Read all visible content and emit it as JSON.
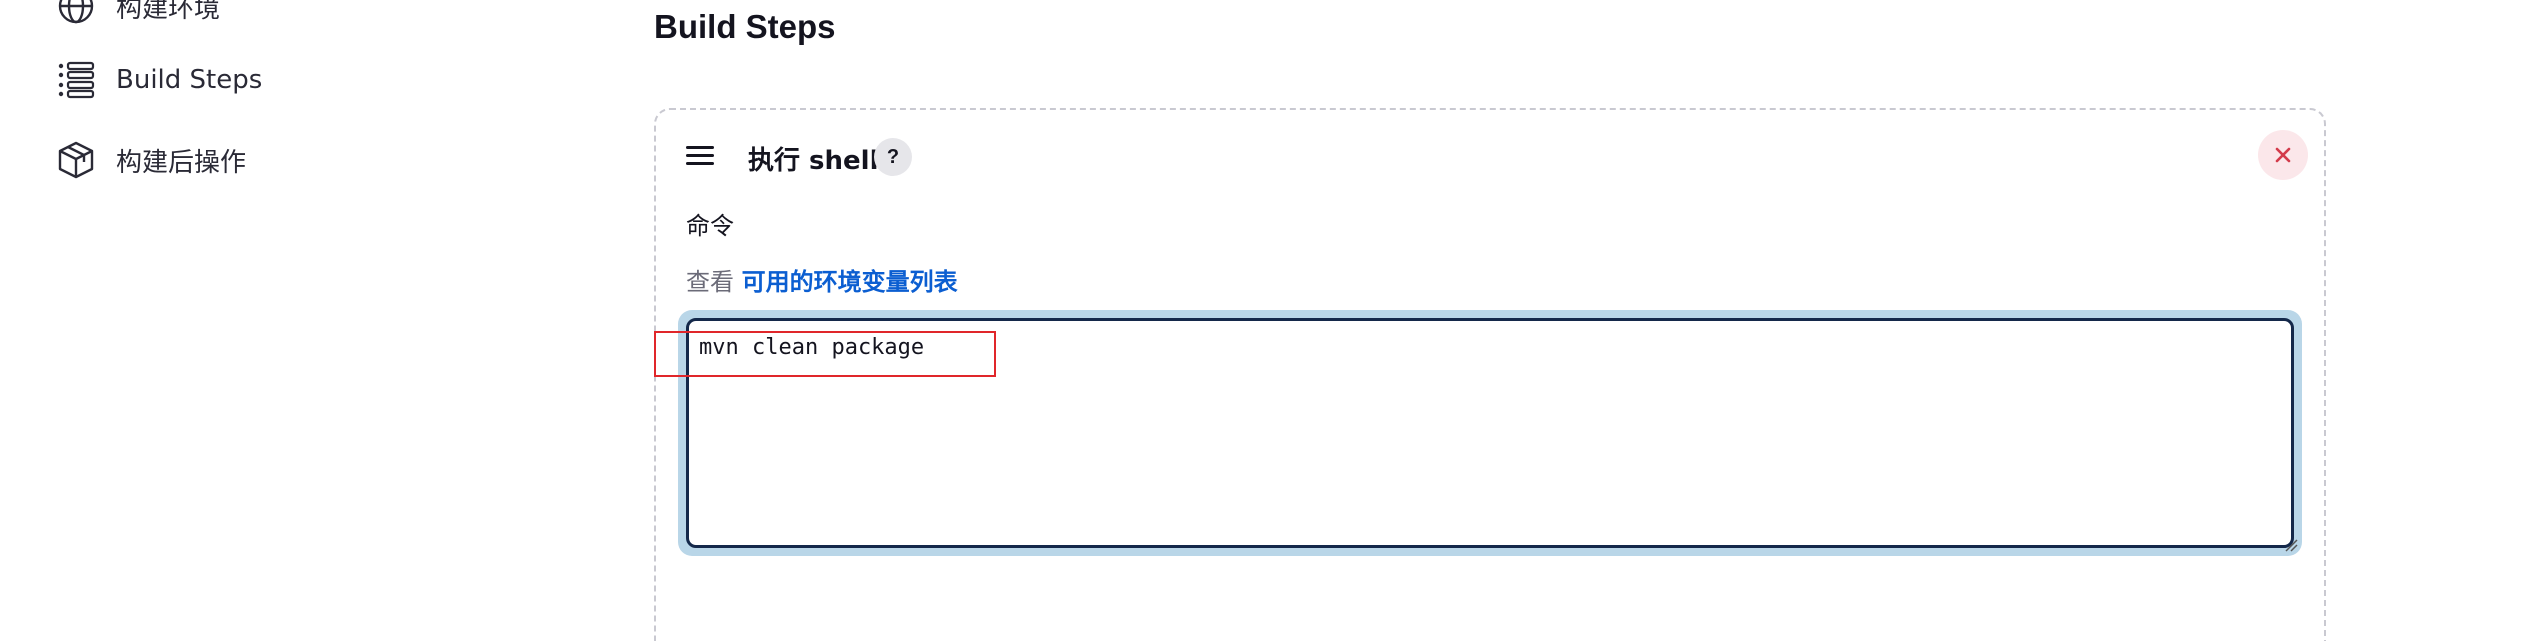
{
  "sidebar": {
    "items": [
      {
        "label": "构建环境",
        "icon": "globe-icon"
      },
      {
        "label": "Build Steps",
        "icon": "list-icon"
      },
      {
        "label": "构建后操作",
        "icon": "package-icon"
      }
    ]
  },
  "main": {
    "section_title": "Build Steps",
    "step": {
      "title": "执行 shell",
      "help_label": "?",
      "field_label": "命令",
      "env_prefix": "查看",
      "env_link": "可用的环境变量列表",
      "command_value": "mvn clean package"
    }
  },
  "colors": {
    "link": "#0b5ed1",
    "close_bg": "#fbe7ea",
    "close_icon": "#d33a4a",
    "focus_ring": "#b9d6e8",
    "highlight": "#e0262a"
  }
}
